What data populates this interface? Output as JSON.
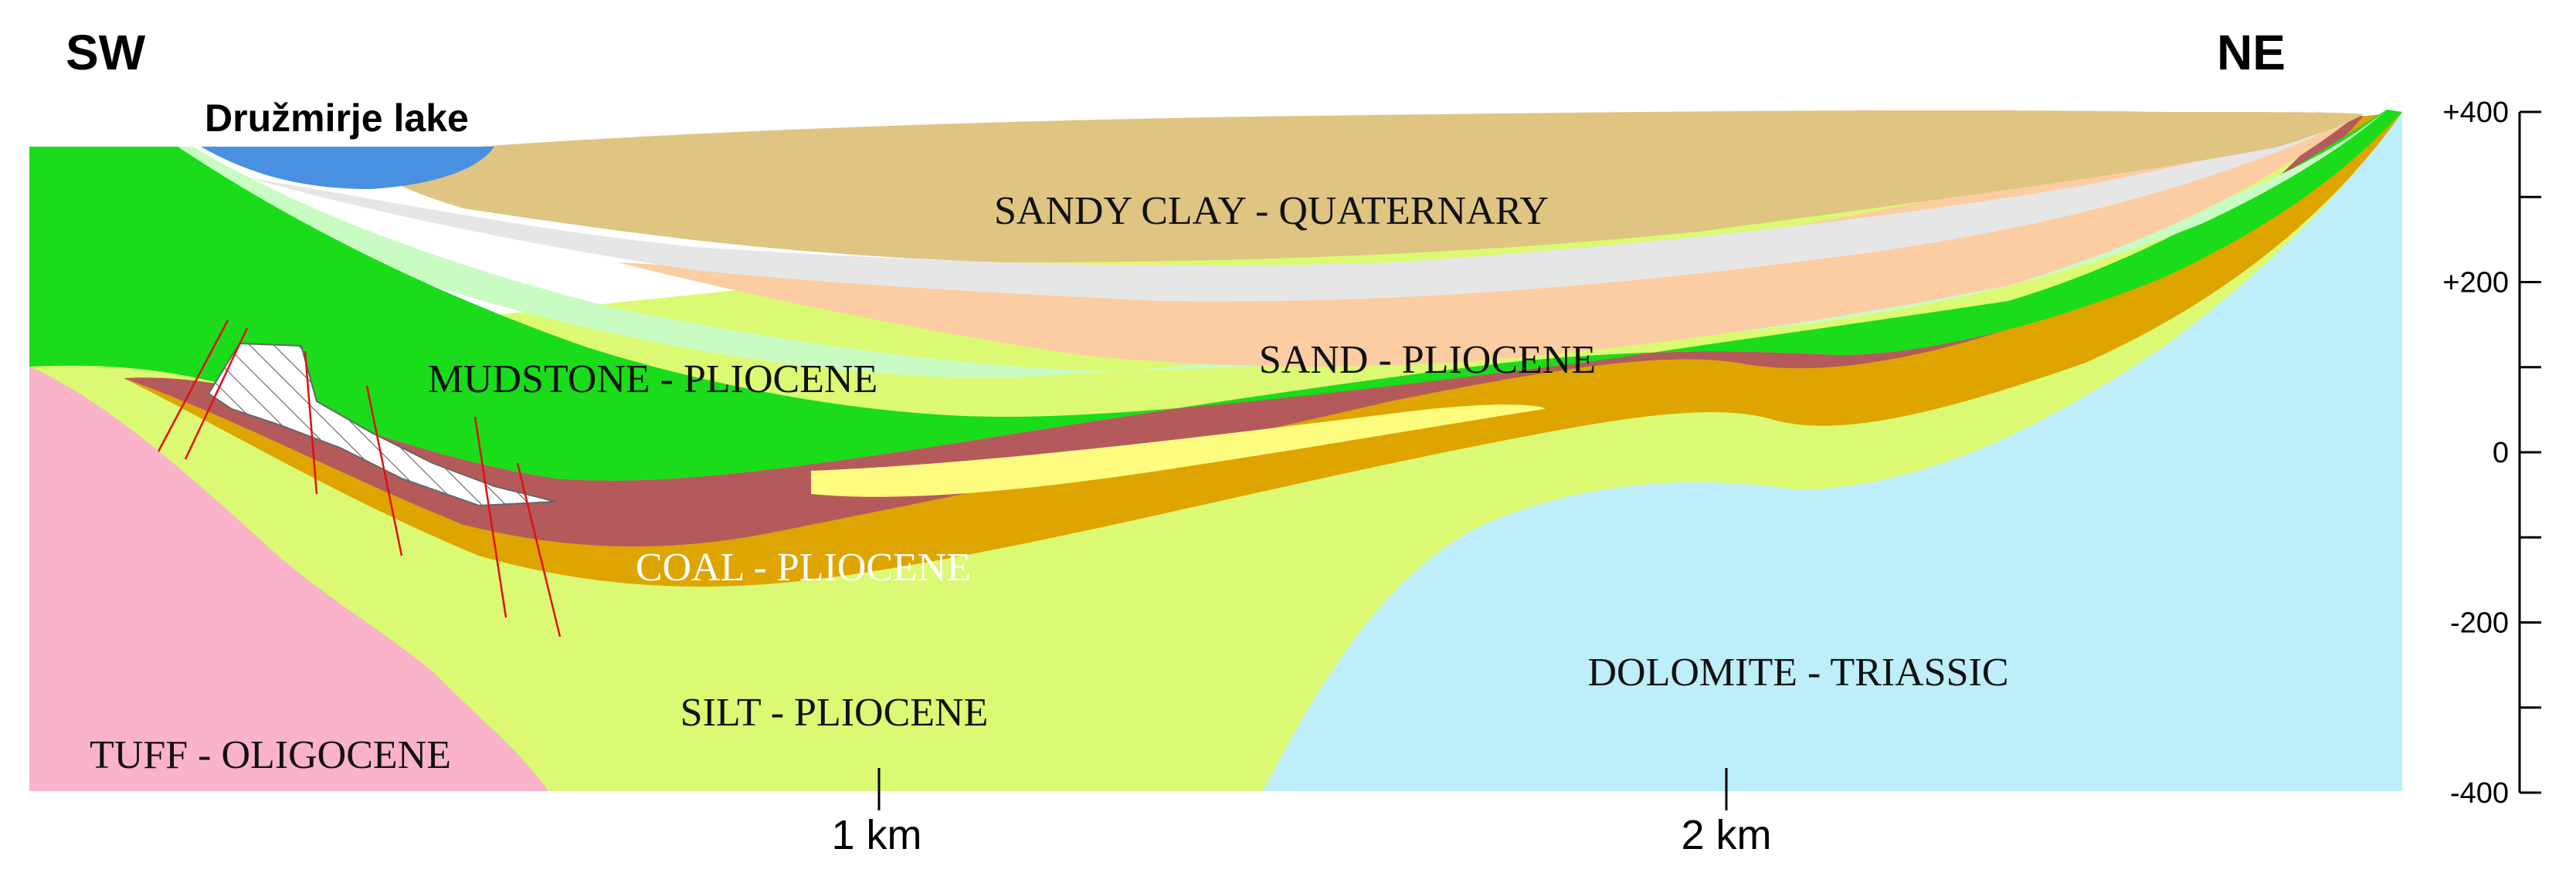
{
  "directions": {
    "left": "SW",
    "right": "NE"
  },
  "lake": {
    "label": "Družmirje lake",
    "color": "#4a90e0"
  },
  "units": [
    {
      "id": "sandy-clay",
      "label": "SANDY CLAY - QUATERNARY",
      "color": "#dfc482"
    },
    {
      "id": "sand",
      "label": "SAND - PLIOCENE",
      "color": "#fccda2"
    },
    {
      "id": "mudstone",
      "label": "MUDSTONE - PLIOCENE",
      "color": "#1adc1a"
    },
    {
      "id": "coal",
      "label": "COAL - PLIOCENE",
      "color": "#b45a5a"
    },
    {
      "id": "silt",
      "label": "SILT - PLIOCENE",
      "color": "#dbf972"
    },
    {
      "id": "dolomite",
      "label": "DOLOMITE - TRIASSIC",
      "color": "#bdeef9"
    },
    {
      "id": "tuff",
      "label": "TUFF - OLIGOCENE",
      "color": "#fab3c8"
    }
  ],
  "other_colors": {
    "light-green-band": "#c9fcc2",
    "light-grey-band": "#e6e6e6",
    "orange-band": "#dea400",
    "yellow-lens": "#fdfc7f"
  },
  "scale": {
    "ticks": [
      "1 km",
      "2 km"
    ]
  },
  "elevation_axis": {
    "labels": [
      "+400",
      "+200",
      "0",
      "-200",
      "-400"
    ],
    "min": -400,
    "max": 400,
    "major_step": 200,
    "minor_step": 100
  }
}
